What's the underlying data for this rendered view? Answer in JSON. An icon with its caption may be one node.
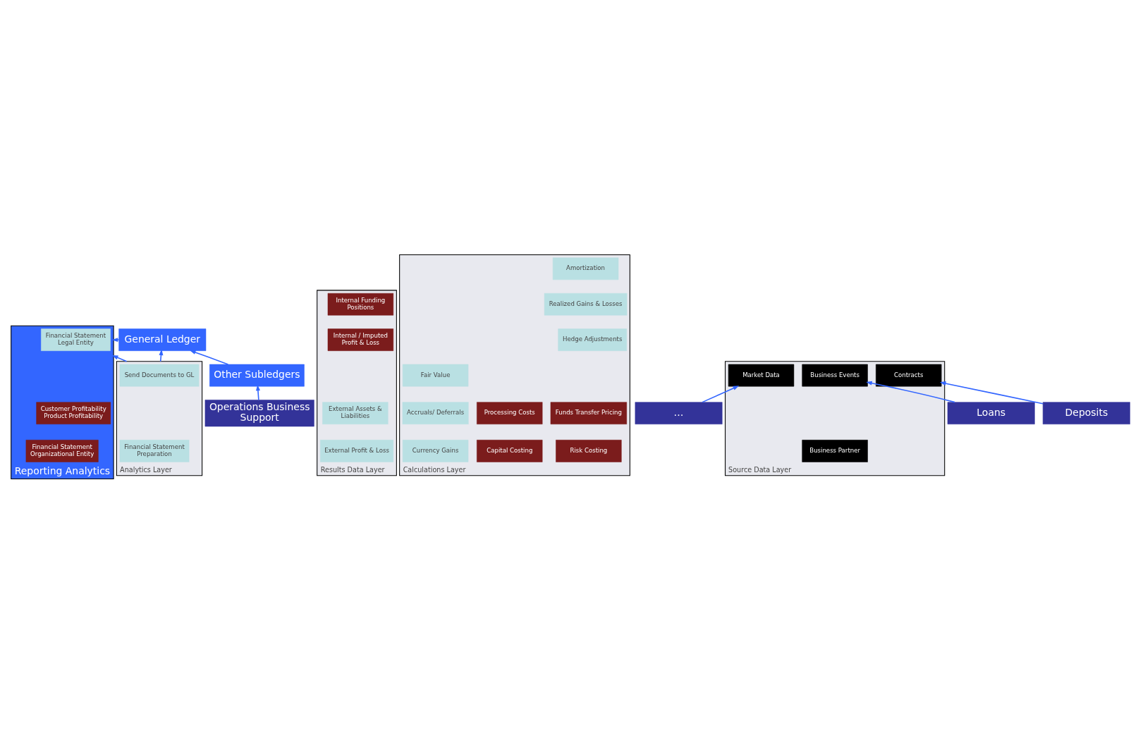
{
  "diagram": {
    "nodes": [
      {
        "text": [
          "Reporting Analytics"
        ]
      },
      {
        "text": [
          "Financial Statement Legal Entity"
        ],
        "in": 0
      },
      {
        "text": [
          "Financial Statement Organizational Entity"
        ],
        "in": 0
      },
      {
        "text": [
          "Customer Profitability Product Profitability"
        ],
        "in": 0
      },
      {
        "text": [
          "General Ledger"
        ]
      },
      {
        "text": [
          "Analytics Layer"
        ]
      },
      {
        "text": [
          "Financial Statement Preparation"
        ],
        "in": 5
      },
      {
        "text": [
          "Send Documents to GL"
        ],
        "in": 5
      },
      {
        "text": [
          "Results Data Layer"
        ]
      },
      {
        "text": [
          "External Assets & Liabilities"
        ],
        "in": 8
      },
      {
        "text": [
          "Internal Funding Positions"
        ],
        "in": 8
      },
      {
        "text": [
          "External Profit & Loss"
        ],
        "in": 8
      },
      {
        "text": [
          "Internal / Imputed Profit & Loss"
        ],
        "in": 8
      },
      {
        "text": [
          "Calculations Layer"
        ]
      },
      {
        "text": [
          "Fair Value"
        ],
        "in": 13
      },
      {
        "text": [
          "Amortization"
        ],
        "in": 13
      },
      {
        "text": [
          "Funds Transfer Pricing"
        ],
        "in": 13
      },
      {
        "text": [
          "Processing Costs"
        ],
        "in": 13
      },
      {
        "text": [
          "Accruals/ Deferrals"
        ],
        "in": 13
      },
      {
        "text": [
          "Realized Gains & Losses"
        ],
        "in": 13
      },
      {
        "text": [
          "Risk Costing"
        ],
        "in": 13
      },
      {
        "text": [
          "Capital Costing"
        ],
        "in": 13
      },
      {
        "text": [
          "Currency Gains"
        ],
        "in": 13
      },
      {
        "text": [
          "Hedge Adjustments"
        ],
        "in": 13
      },
      {
        "text": [
          "Source Data Layer"
        ]
      },
      {
        "text": [
          "Business Events"
        ],
        "in": 24
      },
      {
        "text": [
          "Contracts"
        ],
        "in": 24
      },
      {
        "text": [
          "Business Partner"
        ],
        "in": 24
      },
      {
        "text": [
          "Market Data"
        ],
        "in": 24
      },
      {
        "text": [
          "Other Subledgers"
        ]
      },
      {
        "text": [
          "Loans"
        ]
      },
      {
        "text": [
          "Deposits"
        ]
      },
      {
        "text": [
          "…"
        ]
      },
      {
        "text": [
          "Operations Business Support"
        ]
      }
    ],
    "edges": [
      {
        "from": 5,
        "to": 0,
        "arrow": "to"
      },
      {
        "from": 5,
        "to": 4,
        "arrow": "to"
      },
      {
        "from": 4,
        "to": 0,
        "arrow": "to"
      },
      {
        "from": 29,
        "to": 4,
        "arrow": "to"
      },
      {
        "from": 30,
        "to": 25,
        "arrow": "to"
      },
      {
        "from": 31,
        "to": 26,
        "arrow": "to"
      },
      {
        "from": 32,
        "to": 28,
        "arrow": "to"
      },
      {
        "from": 33,
        "to": 29,
        "arrow": "to"
      }
    ]
  }
}
